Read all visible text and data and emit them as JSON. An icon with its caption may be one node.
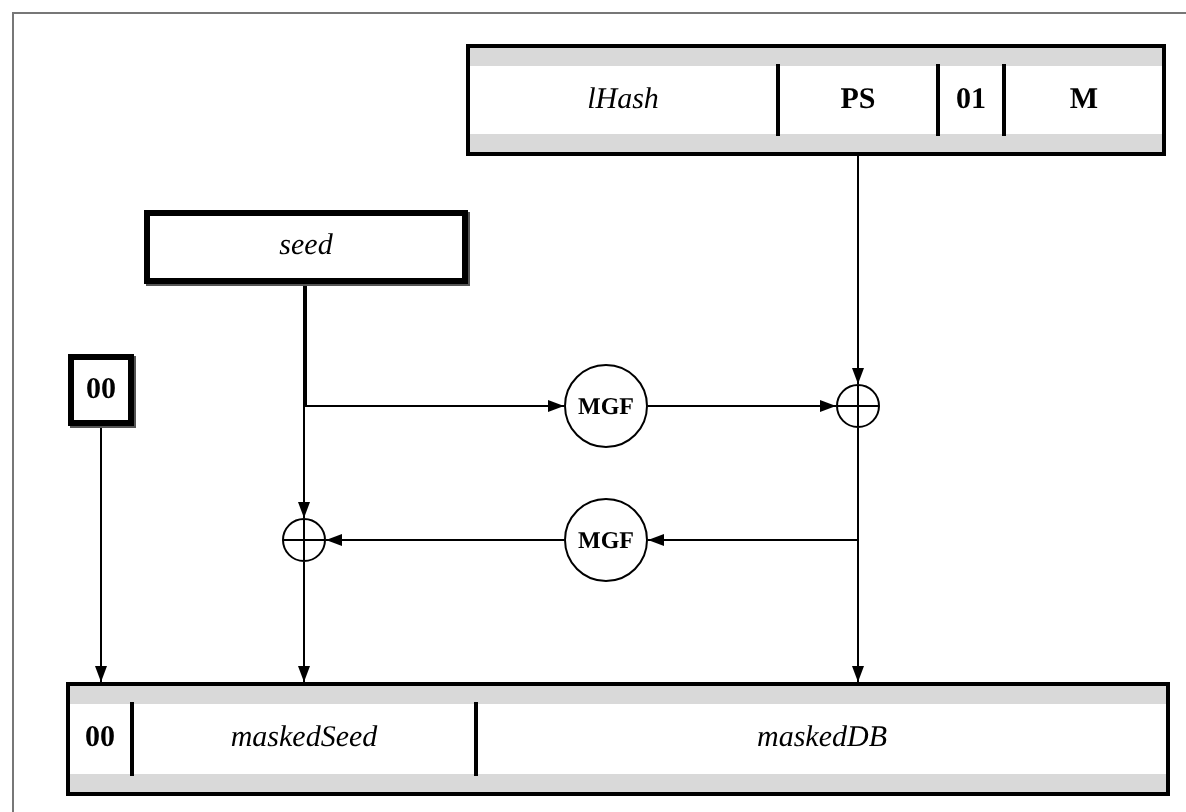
{
  "diagram": {
    "nodes": [
      {
        "text": [],
        "shape": "box"
      },
      {
        "text": [
          "lHash"
        ],
        "in": 0
      },
      {
        "text": [
          "PS"
        ],
        "in": 0
      },
      {
        "text": [
          "01"
        ],
        "in": 0
      },
      {
        "text": [
          "M"
        ],
        "in": 0
      },
      {
        "text": [
          "seed"
        ]
      },
      {
        "text": [
          "MGF"
        ]
      },
      {
        "text": [],
        "shape": "circle"
      },
      {
        "text": [
          "MGF"
        ]
      },
      {
        "text": [],
        "shape": "circle"
      },
      {
        "text": [
          "00"
        ]
      },
      {
        "text": [],
        "shape": "box"
      },
      {
        "text": [
          "00"
        ],
        "in": 11
      },
      {
        "text": [
          "maskedSeed"
        ],
        "in": 11
      },
      {
        "text": [
          "maskedDB"
        ],
        "in": 11
      }
    ],
    "edges": [
      {
        "from": 0,
        "to": 7,
        "arrow": "to"
      },
      {
        "from": 5,
        "to": 6,
        "arrow": "to"
      },
      {
        "from": 5,
        "to": 9,
        "arrow": "to"
      },
      {
        "from": 6,
        "to": 7,
        "arrow": "to"
      },
      {
        "from": 7,
        "to": 8,
        "arrow": "to"
      },
      {
        "from": 7,
        "to": 14,
        "arrow": "to"
      },
      {
        "from": 8,
        "to": 9,
        "arrow": "to"
      },
      {
        "from": 9,
        "to": 13,
        "arrow": "to"
      },
      {
        "from": 10,
        "to": 12,
        "arrow": "to"
      }
    ]
  }
}
